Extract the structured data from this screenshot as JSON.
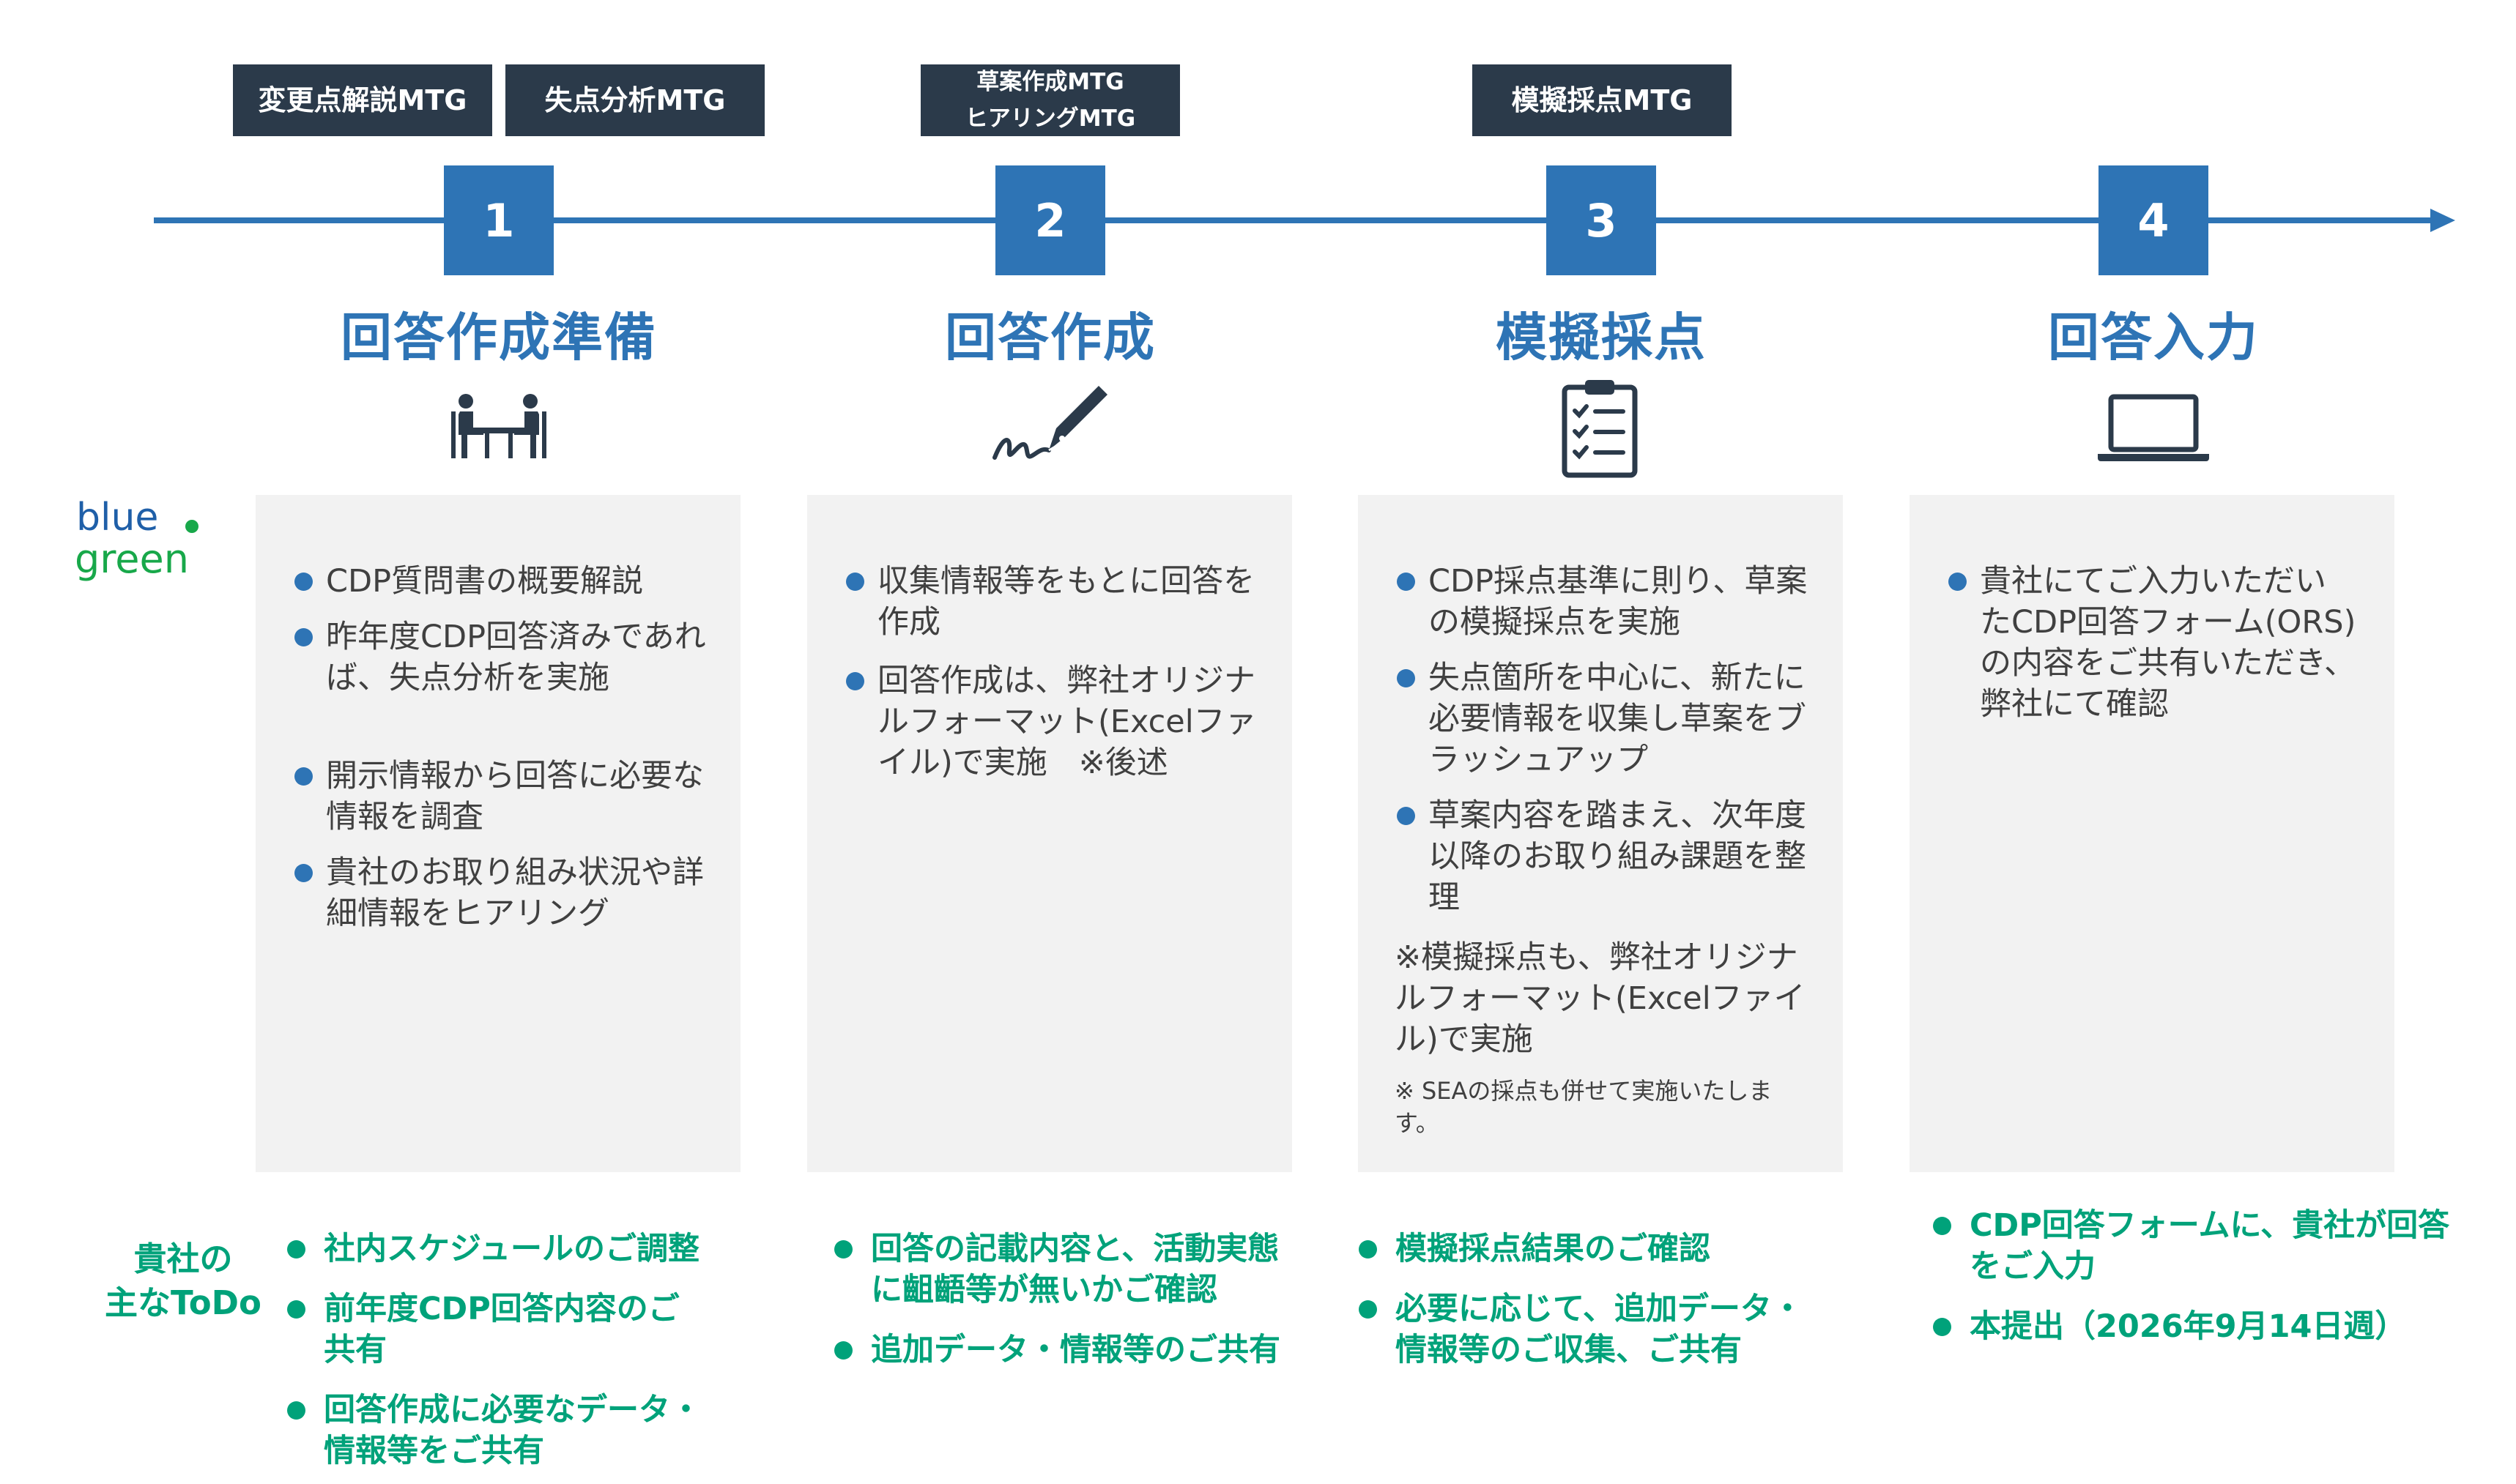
{
  "meetings": [
    {
      "lines": [
        "変更点解説MTG"
      ]
    },
    {
      "lines": [
        "失点分析MTG"
      ]
    },
    {
      "lines": [
        "草案作成MTG",
        "ヒアリングMTG"
      ]
    },
    {
      "lines": [
        "模擬採点MTG"
      ]
    }
  ],
  "steps": [
    {
      "number": "1",
      "title": "回答作成準備",
      "icon": "meeting-icon",
      "bullets": [
        "CDP質問書の概要解説",
        "昨年度CDP回答済みであれば、失点分析を実施",
        "開示情報から回答に必要な情報を調査",
        "貴社のお取り組み状況や詳細情報をヒアリング"
      ],
      "todos": [
        "社内スケジュールのご調整",
        "前年度CDP回答内容のご共有",
        "回答作成に必要なデータ・情報等をご共有"
      ]
    },
    {
      "number": "2",
      "title": "回答作成",
      "icon": "pen-signature-icon",
      "bullets": [
        "収集情報等をもとに回答を作成",
        "回答作成は、弊社オリジナルフォーマット(Excelファイル)で実施　※後述"
      ],
      "todos": [
        "回答の記載内容と、活動実態に齟齬等が無いかご確認",
        "追加データ・情報等のご共有"
      ]
    },
    {
      "number": "3",
      "title": "模擬採点",
      "icon": "clipboard-checklist-icon",
      "bullets": [
        "CDP採点基準に則り、草案の模擬採点を実施",
        "失点箇所を中心に、新たに必要情報を収集し草案をブラッシュアップ",
        "草案内容を踏まえ、次年度以降のお取り組み課題を整理"
      ],
      "note": "※模擬採点も、弊社オリジナルフォーマット(Excelファイル)で実施",
      "note_small": "※ SEAの採点も併せて実施いたします。",
      "todos": [
        "模擬採点結果のご確認",
        "必要に応じて、追加データ・情報等のご収集、ご共有"
      ]
    },
    {
      "number": "4",
      "title": "回答入力",
      "icon": "laptop-icon",
      "bullets": [
        "貴社にてご入力いただいたCDP回答フォーム(ORS)の内容をご共有いただき、弊社にて確認"
      ],
      "todos": [
        "CDP回答フォームに、貴社が回答をご入力",
        "本提出（2026年9月14日週）"
      ]
    }
  ],
  "todo_label": [
    "貴社の",
    "主なToDo"
  ],
  "logo": {
    "line1": "blue",
    "line2": "green"
  },
  "colors": {
    "accent": "#2e74b5",
    "mtg_bg": "#2b3a4a",
    "panel": "#f2f2f2",
    "todo": "#00a27a",
    "logo_blue": "#1f5fa8",
    "logo_green": "#18a84a"
  }
}
